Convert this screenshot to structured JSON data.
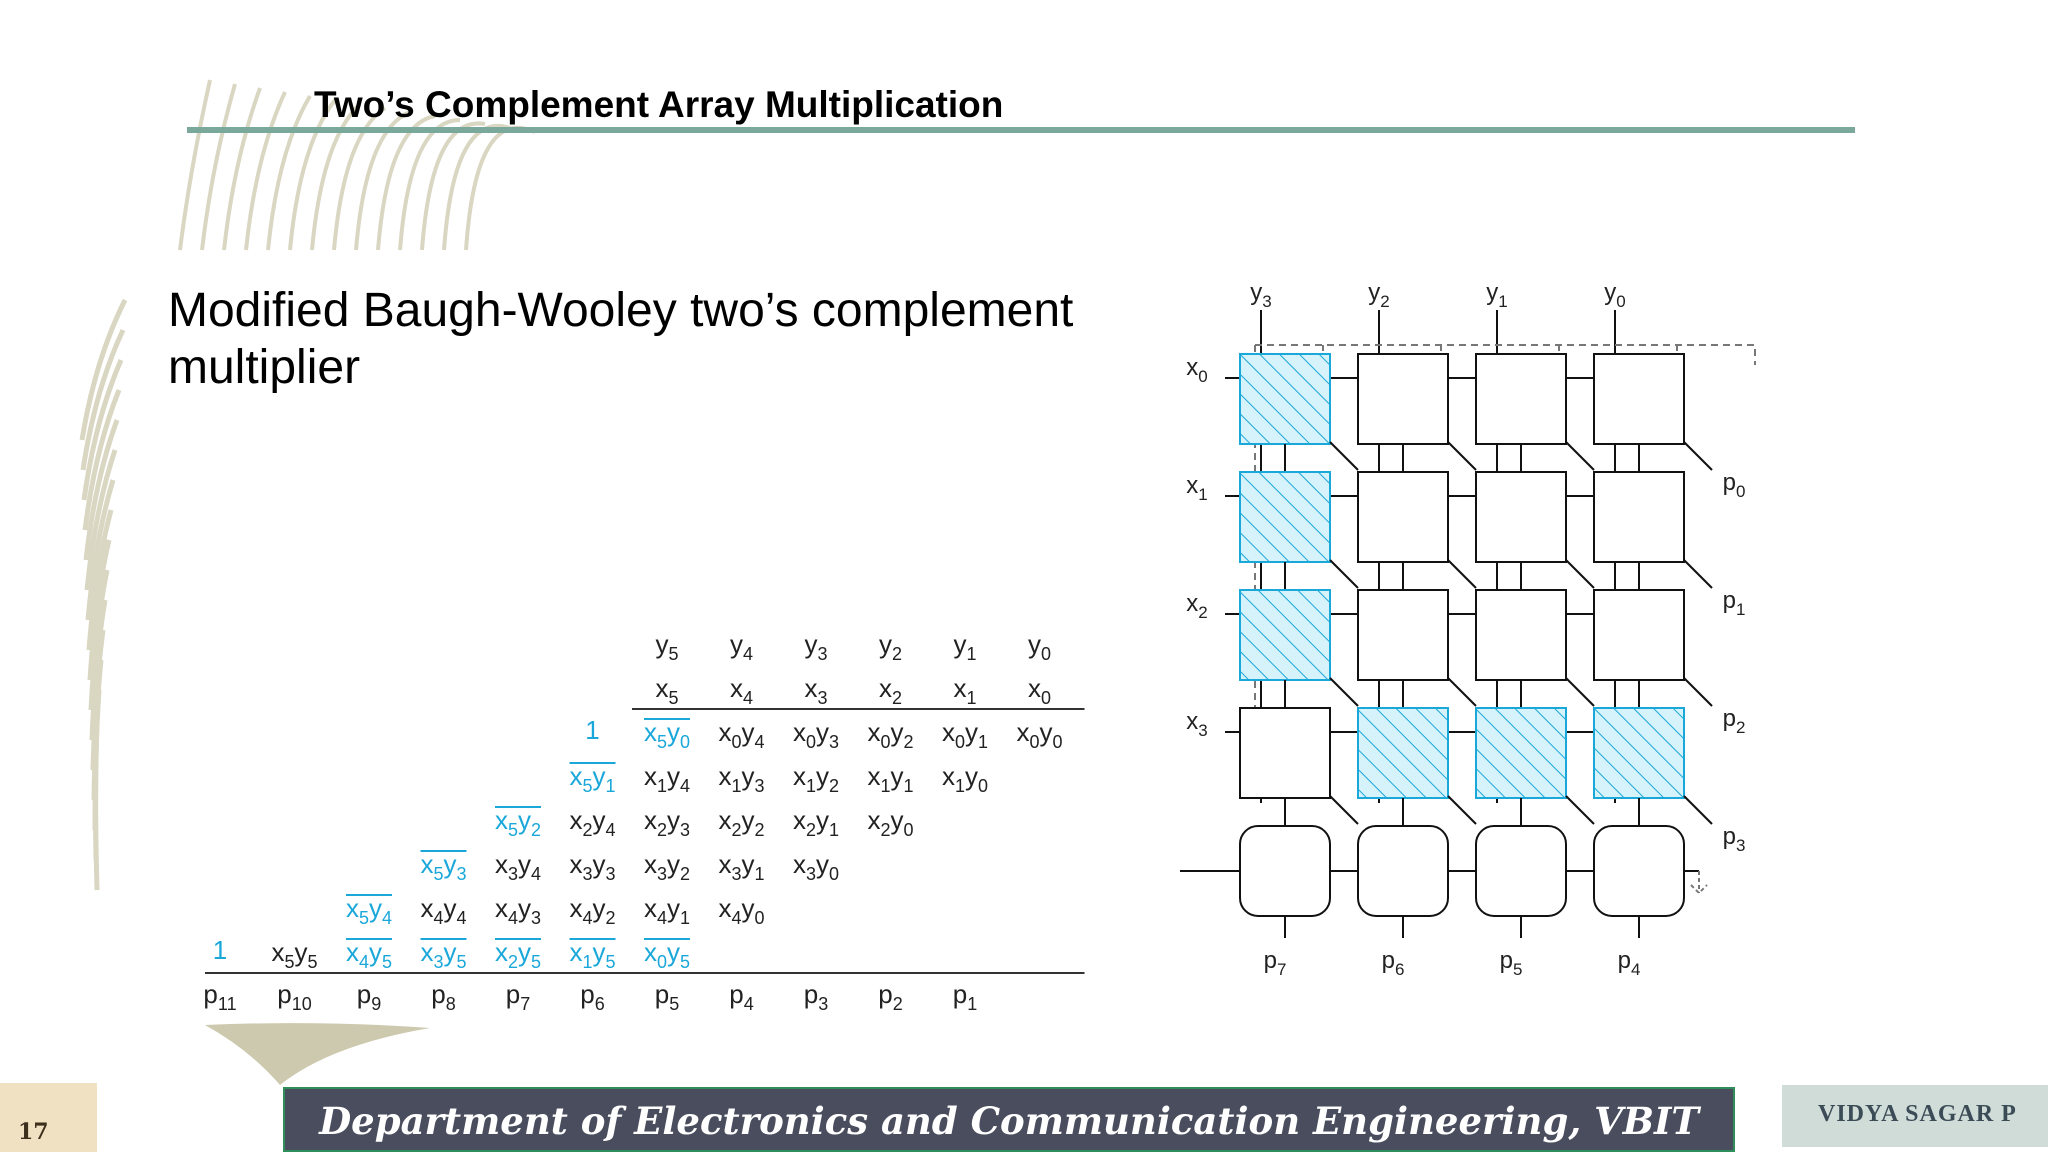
{
  "slide": {
    "title": "Two’s Complement Array Multiplication",
    "subtitle": "Modified Baugh-Wooley two’s complement multiplier",
    "page_number": "17",
    "footer_department": "Department of Electronics and Communication  Engineering, VBIT",
    "footer_author": "VIDYA SAGAR P"
  },
  "colors": {
    "accent_cyan": "#1aa7d9",
    "title_rule": "#7aa89a",
    "footer_dark": "#4a4d5d",
    "footer_light": "#cfdcd8",
    "page_box": "#efe1c2"
  },
  "partial_products": {
    "header_y": [
      [
        "y",
        "5"
      ],
      [
        "y",
        "4"
      ],
      [
        "y",
        "3"
      ],
      [
        "y",
        "2"
      ],
      [
        "y",
        "1"
      ],
      [
        "y",
        "0"
      ]
    ],
    "header_x": [
      [
        "x",
        "5"
      ],
      [
        "x",
        "4"
      ],
      [
        "x",
        "3"
      ],
      [
        "x",
        "2"
      ],
      [
        "x",
        "1"
      ],
      [
        "x",
        "0"
      ]
    ],
    "rows": [
      {
        "lead": "1",
        "terms": [
          [
            [
              "x",
              "5"
            ],
            [
              "y",
              "0"
            ],
            true
          ],
          [
            [
              "x",
              "0"
            ],
            [
              "y",
              "4"
            ],
            false
          ],
          [
            [
              "x",
              "0"
            ],
            [
              "y",
              "3"
            ],
            false
          ],
          [
            [
              "x",
              "0"
            ],
            [
              "y",
              "2"
            ],
            false
          ],
          [
            [
              "x",
              "0"
            ],
            [
              "y",
              "1"
            ],
            false
          ],
          [
            [
              "x",
              "0"
            ],
            [
              "y",
              "0"
            ],
            false
          ]
        ]
      },
      {
        "terms": [
          [
            [
              "x",
              "5"
            ],
            [
              "y",
              "1"
            ],
            true
          ],
          [
            [
              "x",
              "1"
            ],
            [
              "y",
              "4"
            ],
            false
          ],
          [
            [
              "x",
              "1"
            ],
            [
              "y",
              "3"
            ],
            false
          ],
          [
            [
              "x",
              "1"
            ],
            [
              "y",
              "2"
            ],
            false
          ],
          [
            [
              "x",
              "1"
            ],
            [
              "y",
              "1"
            ],
            false
          ],
          [
            [
              "x",
              "1"
            ],
            [
              "y",
              "0"
            ],
            false
          ]
        ]
      },
      {
        "terms": [
          [
            [
              "x",
              "5"
            ],
            [
              "y",
              "2"
            ],
            true
          ],
          [
            [
              "x",
              "2"
            ],
            [
              "y",
              "4"
            ],
            false
          ],
          [
            [
              "x",
              "2"
            ],
            [
              "y",
              "3"
            ],
            false
          ],
          [
            [
              "x",
              "2"
            ],
            [
              "y",
              "2"
            ],
            false
          ],
          [
            [
              "x",
              "2"
            ],
            [
              "y",
              "1"
            ],
            false
          ],
          [
            [
              "x",
              "2"
            ],
            [
              "y",
              "0"
            ],
            false
          ]
        ]
      },
      {
        "terms": [
          [
            [
              "x",
              "5"
            ],
            [
              "y",
              "3"
            ],
            true
          ],
          [
            [
              "x",
              "3"
            ],
            [
              "y",
              "4"
            ],
            false
          ],
          [
            [
              "x",
              "3"
            ],
            [
              "y",
              "3"
            ],
            false
          ],
          [
            [
              "x",
              "3"
            ],
            [
              "y",
              "2"
            ],
            false
          ],
          [
            [
              "x",
              "3"
            ],
            [
              "y",
              "1"
            ],
            false
          ],
          [
            [
              "x",
              "3"
            ],
            [
              "y",
              "0"
            ],
            false
          ]
        ]
      },
      {
        "terms": [
          [
            [
              "x",
              "5"
            ],
            [
              "y",
              "4"
            ],
            true
          ],
          [
            [
              "x",
              "4"
            ],
            [
              "y",
              "4"
            ],
            false
          ],
          [
            [
              "x",
              "4"
            ],
            [
              "y",
              "3"
            ],
            false
          ],
          [
            [
              "x",
              "4"
            ],
            [
              "y",
              "2"
            ],
            false
          ],
          [
            [
              "x",
              "4"
            ],
            [
              "y",
              "1"
            ],
            false
          ],
          [
            [
              "x",
              "4"
            ],
            [
              "y",
              "0"
            ],
            false
          ]
        ]
      },
      {
        "lead": "1",
        "terms": [
          [
            [
              "x",
              "5"
            ],
            [
              "y",
              "5"
            ],
            false
          ],
          [
            [
              "x",
              "4"
            ],
            [
              "y",
              "5"
            ],
            true
          ],
          [
            [
              "x",
              "3"
            ],
            [
              "y",
              "5"
            ],
            true
          ],
          [
            [
              "x",
              "2"
            ],
            [
              "y",
              "5"
            ],
            true
          ],
          [
            [
              "x",
              "1"
            ],
            [
              "y",
              "5"
            ],
            true
          ],
          [
            [
              "x",
              "0"
            ],
            [
              "y",
              "5"
            ],
            true
          ]
        ]
      }
    ],
    "products": [
      [
        "p",
        "11"
      ],
      [
        "p",
        "10"
      ],
      [
        "p",
        "9"
      ],
      [
        "p",
        "8"
      ],
      [
        "p",
        "7"
      ],
      [
        "p",
        "6"
      ],
      [
        "p",
        "5"
      ],
      [
        "p",
        "4"
      ],
      [
        "p",
        "3"
      ],
      [
        "p",
        "2"
      ],
      [
        "p",
        "1"
      ]
    ]
  },
  "array_diagram": {
    "column_labels": [
      [
        "y",
        "3"
      ],
      [
        "y",
        "2"
      ],
      [
        "y",
        "1"
      ],
      [
        "y",
        "0"
      ]
    ],
    "row_labels": [
      [
        "x",
        "0"
      ],
      [
        "x",
        "1"
      ],
      [
        "x",
        "2"
      ],
      [
        "x",
        "3"
      ]
    ],
    "right_outputs": [
      [
        "p",
        "0"
      ],
      [
        "p",
        "1"
      ],
      [
        "p",
        "2"
      ],
      [
        "p",
        "3"
      ]
    ],
    "bottom_outputs": [
      [
        "p",
        "7"
      ],
      [
        "p",
        "6"
      ],
      [
        "p",
        "5"
      ],
      [
        "p",
        "4"
      ]
    ]
  }
}
